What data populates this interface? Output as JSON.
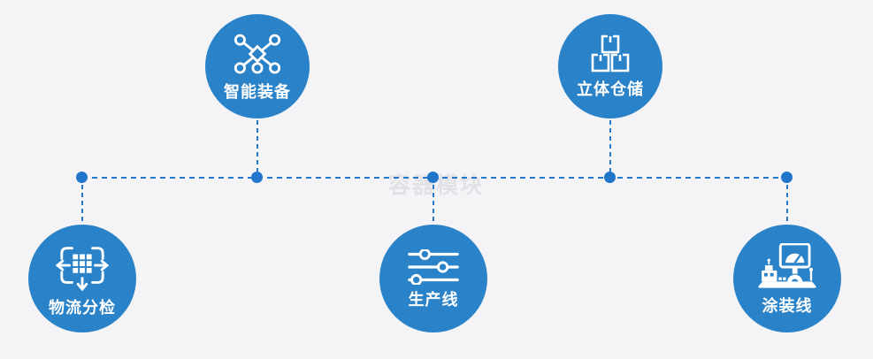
{
  "watermark": "容器模块",
  "colors": {
    "background": "#f4f4f6",
    "node_fill": "#2a82c8",
    "connector_line": "#2478cb",
    "junction_dot": "#2176cb",
    "label_text": "#ffffff",
    "watermark_text": "#e2e2e6"
  },
  "nodes": [
    {
      "id": "smart-equipment",
      "label": "智能装备",
      "icon": "network-nodes-icon",
      "position": "top-left"
    },
    {
      "id": "stereo-warehouse",
      "label": "立体仓储",
      "icon": "stacked-boxes-icon",
      "position": "top-right"
    },
    {
      "id": "logistics-sorting",
      "label": "物流分检",
      "icon": "sort-move-icon",
      "position": "bottom-left"
    },
    {
      "id": "production-line",
      "label": "生产线",
      "icon": "sliders-icon",
      "position": "bottom-center"
    },
    {
      "id": "painting-line",
      "label": "涂装线",
      "icon": "machine-monitor-icon",
      "position": "bottom-right"
    }
  ]
}
